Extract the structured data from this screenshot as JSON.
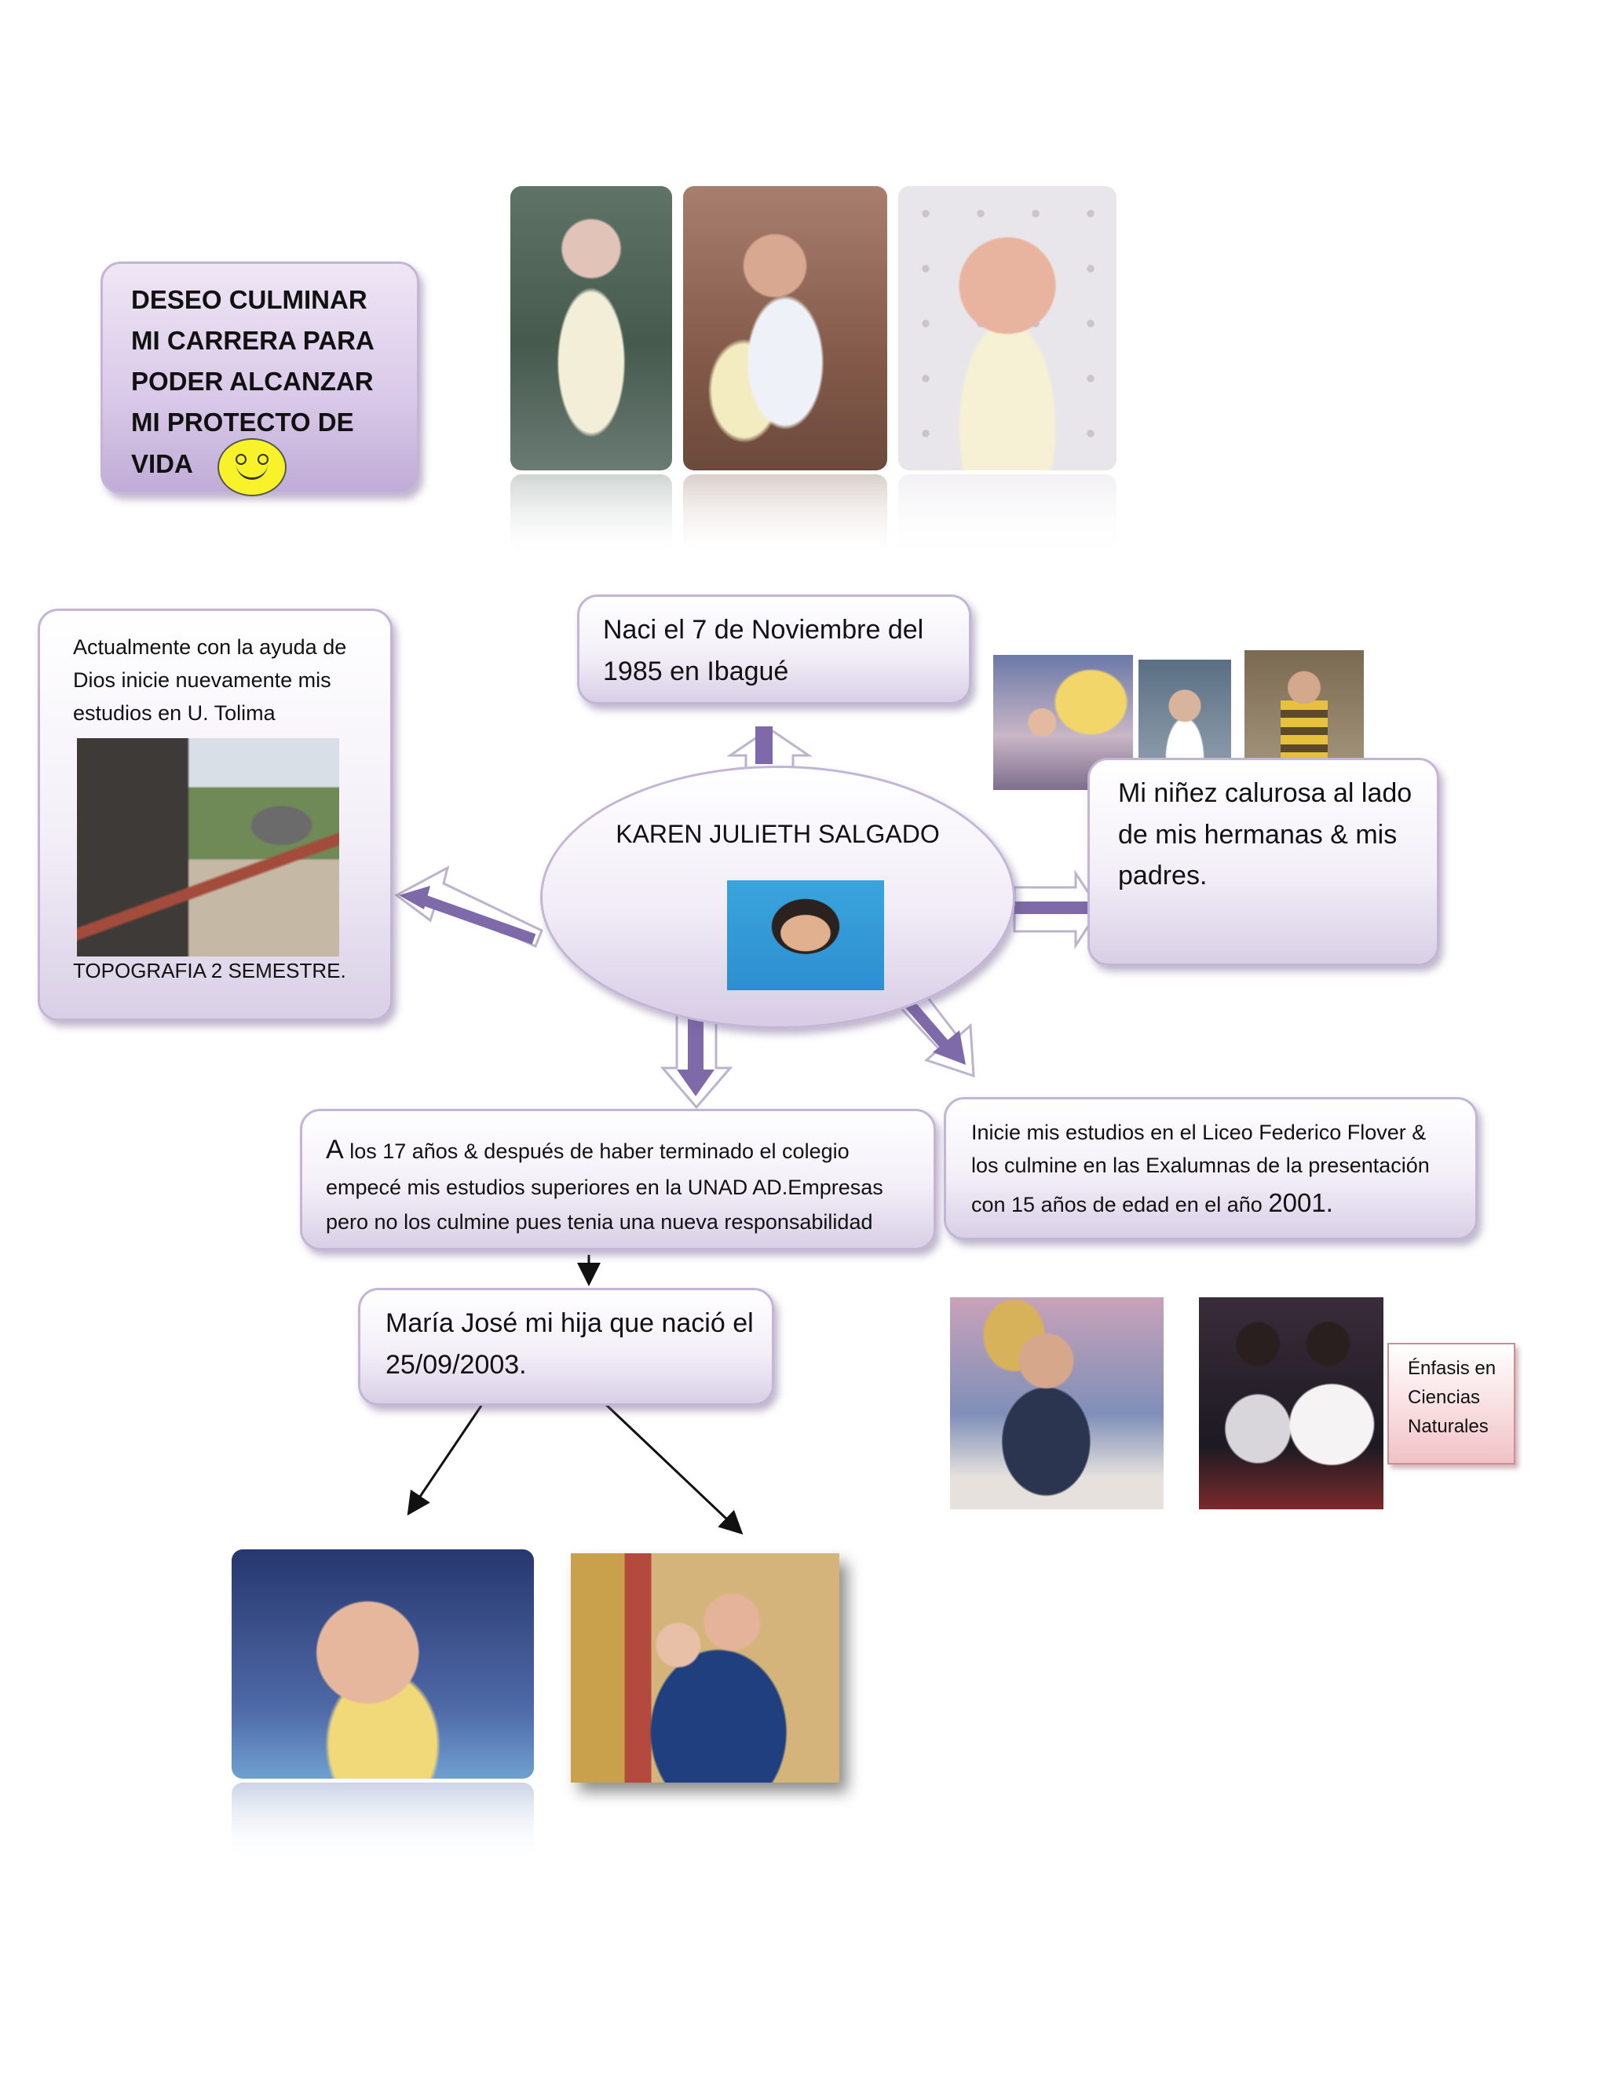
{
  "central": {
    "name": "KAREN JULIETH SALGADO"
  },
  "goal": {
    "text": "DESEO CULMINAR MI CARRERA PARA PODER ALCANZAR MI PROTECTO DE VIDA"
  },
  "birth": {
    "text": "Naci el 7 de Noviembre del 1985 en Ibagué"
  },
  "childhood": {
    "text": "Mi niñez calurosa al lado de mis hermanas & mis padres."
  },
  "current": {
    "text": "Actualmente  con la ayuda de Dios inicie nuevamente mis estudios en U. Tolima",
    "caption": "TOPOGRAFIA 2 SEMESTRE."
  },
  "university": {
    "lead": "A",
    "text": " los 17 años & después de haber  terminado el colegio empecé mis estudios superiores en la UNAD AD.Empresas pero no los culmine pues tenia una nueva responsabilidad"
  },
  "school": {
    "text": "Inicie mis estudios en el Liceo Federico Flover & los culmine en las Exalumnas de la presentación con 15 años de edad en el año ",
    "year": "2001."
  },
  "daughter": {
    "text": "María José mi hija que nació el 25/09/2003."
  },
  "emphasis": {
    "text": "Énfasis en Ciencias Naturales"
  },
  "colors": {
    "accent": "#7e6aa8",
    "box_border": "#c2b5d6",
    "smiley": "#f7f22a",
    "emphasis_box": "#f2c9cc"
  }
}
